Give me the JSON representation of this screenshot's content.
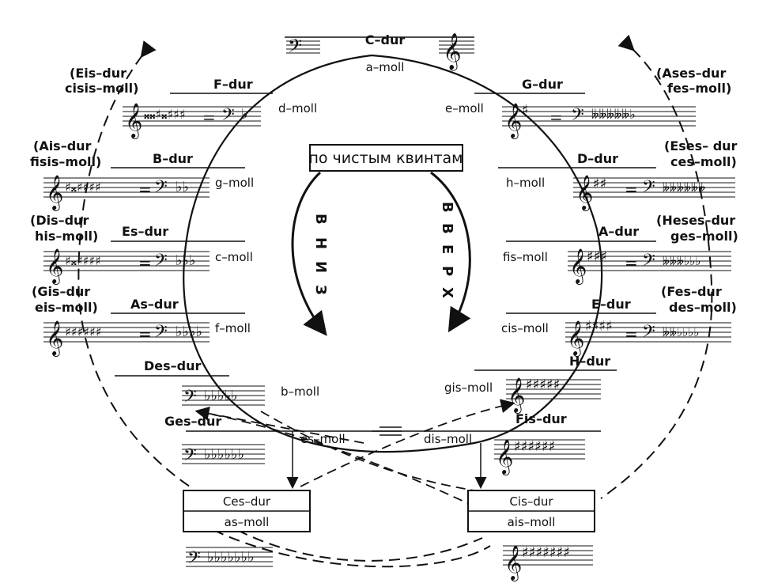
{
  "center": {
    "box_label": "по чистым квинтам",
    "down_letters": [
      "В",
      "Н",
      "И",
      "З"
    ],
    "up_letters": [
      "В",
      "В",
      "Е",
      "Р",
      "Х"
    ]
  },
  "top": {
    "major": "C–dur",
    "minor": "a–moll"
  },
  "left_main": [
    {
      "major": "F–dur",
      "minor": "d–moll"
    },
    {
      "major": "B–dur",
      "minor": "g–moll"
    },
    {
      "major": "Es–dur",
      "minor": "c–moll"
    },
    {
      "major": "As–dur",
      "minor": "f–moll"
    },
    {
      "major": "Des–dur",
      "minor": "b–moll"
    },
    {
      "major": "Ges–dur",
      "minor": "es–moll"
    }
  ],
  "right_main": [
    {
      "major": "G–dur",
      "minor": "e–moll"
    },
    {
      "major": "D–dur",
      "minor": "h–moll"
    },
    {
      "major": "A–dur",
      "minor": "fis–moll"
    },
    {
      "major": "E–dur",
      "minor": "cis–moll"
    },
    {
      "major": "H–dur",
      "minor": "gis–moll"
    },
    {
      "major": "Fis–dur",
      "minor": "dis–moll"
    }
  ],
  "left_enh": [
    {
      "major": "(Eis–dur",
      "minor": "cisis–moll)"
    },
    {
      "major": "(Ais–dur",
      "minor": "fisis–moll)"
    },
    {
      "major": "(Dis–dur",
      "minor": "his–moll)"
    },
    {
      "major": "(Gis–dur",
      "minor": "eis–moll)"
    }
  ],
  "right_enh": [
    {
      "major": "(Ases–dur",
      "minor": "fes–moll)"
    },
    {
      "major": "(Eses– dur",
      "minor": "ces–moll)"
    },
    {
      "major": "(Heses–dur",
      "minor": "ges–moll)"
    },
    {
      "major": "(Fes–dur",
      "minor": "des–moll)"
    }
  ],
  "bottom_boxes": [
    {
      "major": "Ces–dur",
      "minor": "as–moll"
    },
    {
      "major": "Cis–dur",
      "minor": "ais–moll"
    }
  ],
  "equals": "="
}
